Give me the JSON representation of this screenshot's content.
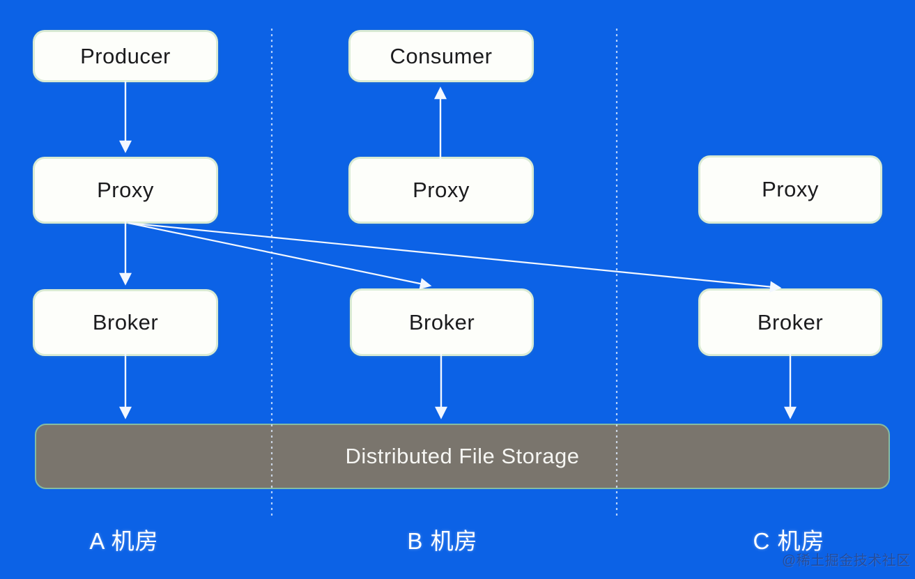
{
  "diagram": {
    "title_none": "",
    "nodes": {
      "producer": {
        "label": "Producer",
        "region": "A"
      },
      "consumer": {
        "label": "Consumer",
        "region": "B"
      },
      "proxy_a": {
        "label": "Proxy",
        "region": "A"
      },
      "proxy_b": {
        "label": "Proxy",
        "region": "B"
      },
      "proxy_c": {
        "label": "Proxy",
        "region": "C"
      },
      "broker_a": {
        "label": "Broker",
        "region": "A"
      },
      "broker_b": {
        "label": "Broker",
        "region": "B"
      },
      "broker_c": {
        "label": "Broker",
        "region": "C"
      },
      "storage": {
        "label": "Distributed File Storage",
        "region": "A+B+C"
      }
    },
    "edges": [
      {
        "from": "producer",
        "to": "proxy_a",
        "direction": "down"
      },
      {
        "from": "proxy_b",
        "to": "consumer",
        "direction": "up"
      },
      {
        "from": "proxy_a",
        "to": "broker_a",
        "direction": "down"
      },
      {
        "from": "proxy_a",
        "to": "broker_b",
        "direction": "diagonal"
      },
      {
        "from": "proxy_a",
        "to": "broker_c",
        "direction": "diagonal"
      },
      {
        "from": "broker_a",
        "to": "storage",
        "direction": "down"
      },
      {
        "from": "broker_b",
        "to": "storage",
        "direction": "down"
      },
      {
        "from": "broker_c",
        "to": "storage",
        "direction": "down"
      }
    ],
    "regions": {
      "a": "A 机房",
      "b": "B 机房",
      "c": "C 机房"
    },
    "watermark": "@稀土掘金技术社区",
    "colors": {
      "background": "#0c62e6",
      "node_fill": "#fdfefa",
      "node_glow": "#e4f1d4",
      "node_text": "#1b1b1d",
      "storage_fill": "#7a756d",
      "storage_border": "#86bba2",
      "storage_text": "#f6f6f3",
      "arrow": "#f2f7ff",
      "divider": "#d8e7fb",
      "region_label": "#ffffff"
    }
  }
}
